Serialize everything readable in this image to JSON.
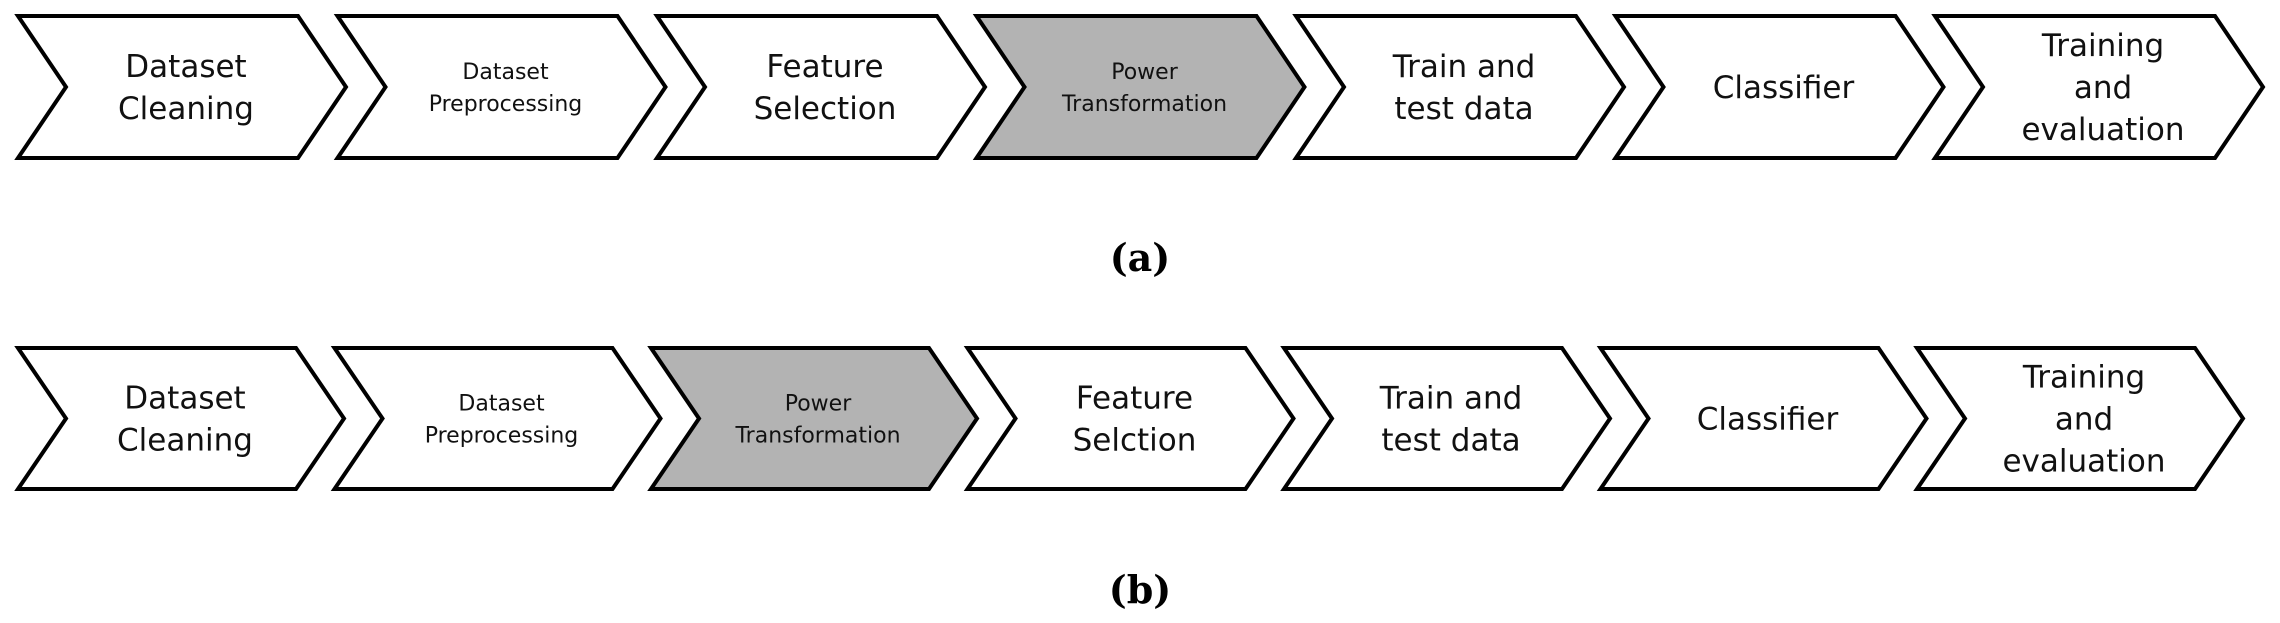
{
  "colors": {
    "default_fill": "#ffffff",
    "highlight_fill": "#b3b3b3",
    "stroke": "#000000"
  },
  "panels": [
    {
      "caption": "(a)",
      "steps": [
        {
          "lines": [
            "Dataset",
            "Cleaning"
          ],
          "size": "large",
          "highlighted": false
        },
        {
          "lines": [
            "Dataset",
            "Preprocessing"
          ],
          "size": "small",
          "highlighted": false
        },
        {
          "lines": [
            "Feature",
            "Selection"
          ],
          "size": "large",
          "highlighted": false
        },
        {
          "lines": [
            "Power",
            "Transformation"
          ],
          "size": "small",
          "highlighted": true
        },
        {
          "lines": [
            "Train and",
            "test data"
          ],
          "size": "large",
          "highlighted": false
        },
        {
          "lines": [
            "Classifier"
          ],
          "size": "large",
          "highlighted": false
        },
        {
          "lines": [
            "Training",
            "and",
            "evaluation"
          ],
          "size": "large",
          "highlighted": false
        }
      ]
    },
    {
      "caption": "(b)",
      "steps": [
        {
          "lines": [
            "Dataset",
            "Cleaning"
          ],
          "size": "large",
          "highlighted": false
        },
        {
          "lines": [
            "Dataset",
            "Preprocessing"
          ],
          "size": "small",
          "highlighted": false
        },
        {
          "lines": [
            "Power",
            "Transformation"
          ],
          "size": "small",
          "highlighted": true
        },
        {
          "lines": [
            "Feature",
            "Selction"
          ],
          "size": "large",
          "highlighted": false
        },
        {
          "lines": [
            "Train and",
            "test data"
          ],
          "size": "large",
          "highlighted": false
        },
        {
          "lines": [
            "Classifier"
          ],
          "size": "large",
          "highlighted": false
        },
        {
          "lines": [
            "Training",
            "and",
            "evaluation"
          ],
          "size": "large",
          "highlighted": false
        }
      ]
    }
  ]
}
